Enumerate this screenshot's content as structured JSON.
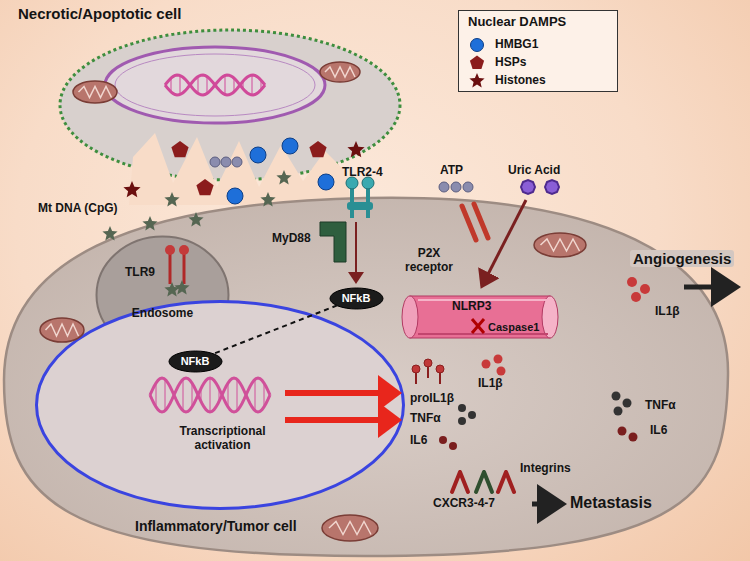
{
  "diagram": {
    "nodes": [
      {
        "text": [
          "Necrotic/Apoptotic cell"
        ]
      },
      {
        "text": [
          "Inflammatory/Tumor cell"
        ]
      },
      {
        "text": [
          "Endosome"
        ],
        "in": 1
      },
      {
        "text": [
          "NFkB"
        ],
        "in": 1
      },
      {
        "text": [
          "Transcriptional activation"
        ],
        "in": 1
      },
      {
        "text": [
          "NFkB"
        ],
        "in": 4
      }
    ],
    "edges": [
      {
        "from": 3,
        "to": 5,
        "arrow": "none"
      }
    ],
    "labels": [
      "Nuclear DAMPS",
      "Mt DNA (CpG)",
      "TLR2-4",
      "ATP",
      "Uric Acid",
      "P2X receptor",
      "MyD88",
      "TLR9",
      "NLRP3",
      "Caspase1",
      "proIL1β",
      "IL1β",
      "Angiogenesis",
      "IL1β",
      "TNFα",
      "IL6",
      "TNFα",
      "IL6",
      "Integrins",
      "CXCR3-4-7",
      "Metastasis"
    ],
    "legend": [
      {
        "text": "HMBG1"
      },
      {
        "text": "HSPs"
      },
      {
        "text": "Histones"
      }
    ]
  }
}
